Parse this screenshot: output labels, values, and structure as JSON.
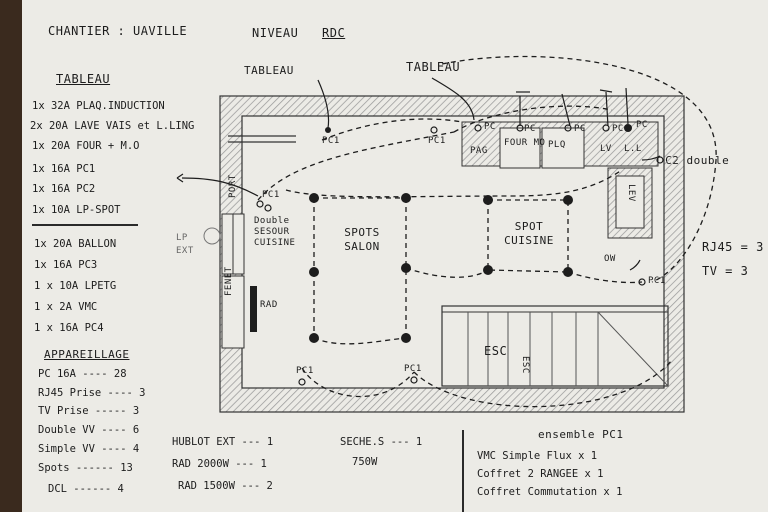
{
  "header": {
    "chantier": "CHANTIER : UAVILLE",
    "niveau": "NIVEAU",
    "niveau_value": "RDC"
  },
  "tableau": {
    "title": "TABLEAU",
    "group1": [
      "1x 32A PLAQ.INDUCTION",
      "2x 20A LAVE VAIS et L.LING",
      "1x 20A FOUR + M.O",
      "1x 16A PC1",
      "1x 16A PC2",
      "1x 10A LP-SPOT"
    ],
    "group2": [
      "1x 20A BALLON",
      "1x 16A PC3",
      "1 x 10A LPETG",
      "1 x 2A VMC",
      "1 x 16A PC4"
    ]
  },
  "appareillage": {
    "title": "APPAREILLAGE",
    "items": [
      {
        "label": "PC 16A",
        "value": "28"
      },
      {
        "label": "RJ45 Prise",
        "value": "3"
      },
      {
        "label": "TV Prise",
        "value": "3"
      },
      {
        "label": "Double VV",
        "value": "6"
      },
      {
        "label": "Simple VV",
        "value": "4"
      },
      {
        "label": "Spots",
        "value": "13"
      },
      {
        "label": "DCL",
        "value": "4"
      }
    ]
  },
  "bottom_middle": [
    {
      "label": "HUBLOT EXT",
      "value": "1"
    },
    {
      "label": "RAD 2000W",
      "value": "1"
    },
    {
      "label": "RAD 1500W",
      "value": "2"
    }
  ],
  "seche": {
    "label": "SECHE.S",
    "value": "1",
    "sub": "750W"
  },
  "bottom_right": [
    "VMC Simple Flux x 1",
    "Coffret 2 RANGEE x 1",
    "Coffret Commutation x 1"
  ],
  "plan": {
    "label_tableau_left": "TABLEAU",
    "label_tableau_top": "TABLEAU",
    "room_salon": "SPOTS SALON",
    "room_cuisine": "SPOT CUISINE",
    "double_sesour": "Double SESOUR CUISINE",
    "rad": "RAD",
    "fenet": "FENET",
    "porte": "PORT",
    "lp_ext": "LP EXT",
    "esc": "ESC",
    "esc_side": "ESC",
    "lev": "LEV",
    "ow": "OW",
    "pc1": "PC1",
    "pc2_double": "PC2 double",
    "ensemble_pc1": "ensemble PC1",
    "counter_labels": [
      "PAG",
      "FOUR MO",
      "PLQ",
      "LV",
      "L.L"
    ],
    "pc_labels_top": [
      "PC",
      "PC",
      "PC",
      "PC",
      "PC"
    ],
    "rj45": "RJ45 = 3",
    "tv": "TV = 3"
  },
  "colors": {
    "paper": "#ecebe6",
    "ink": "#1d1d1d",
    "hatch": "#8c8c8c"
  }
}
